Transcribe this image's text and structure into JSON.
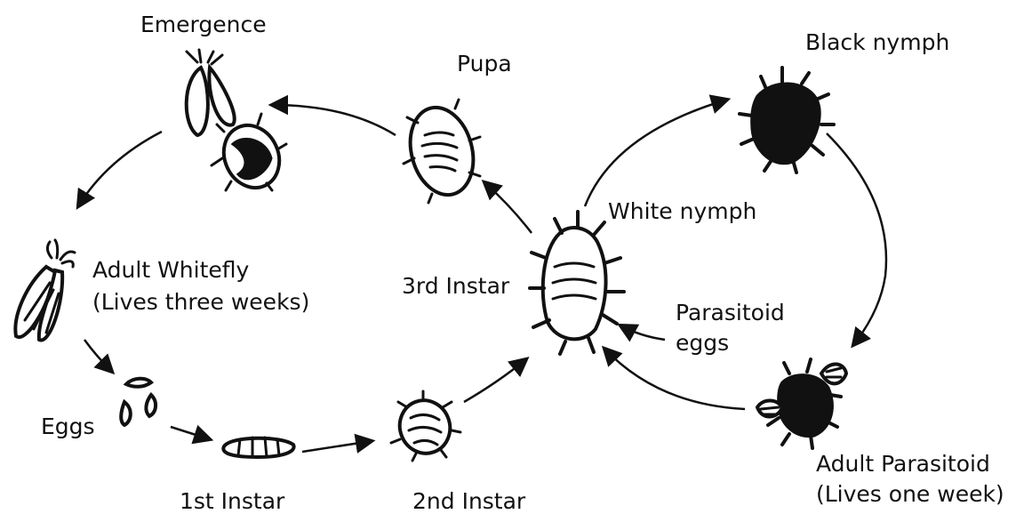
{
  "labels": {
    "emergence": "Emergence",
    "pupa": "Pupa",
    "black_nymph": "Black nymph",
    "white_nymph": "White nymph",
    "adult_whitefly": "Adult Whitefly",
    "adult_whitefly_life": "(Lives three weeks)",
    "third_instar": "3rd Instar",
    "parasitoid_eggs_1": "Parasitoid",
    "parasitoid_eggs_2": "eggs",
    "eggs": "Eggs",
    "first_instar": "1st Instar",
    "second_instar": "2nd Instar",
    "adult_parasitoid": "Adult Parasitoid",
    "adult_parasitoid_life": "(Lives one week)"
  },
  "icons": [
    "emergence-whitefly-icon",
    "emerged-parasitoid-icon",
    "pupa-icon",
    "black-nymph-icon",
    "white-nymph-icon",
    "adult-whitefly-icon",
    "eggs-icon",
    "first-instar-icon",
    "second-instar-icon",
    "adult-parasitoid-icon"
  ]
}
